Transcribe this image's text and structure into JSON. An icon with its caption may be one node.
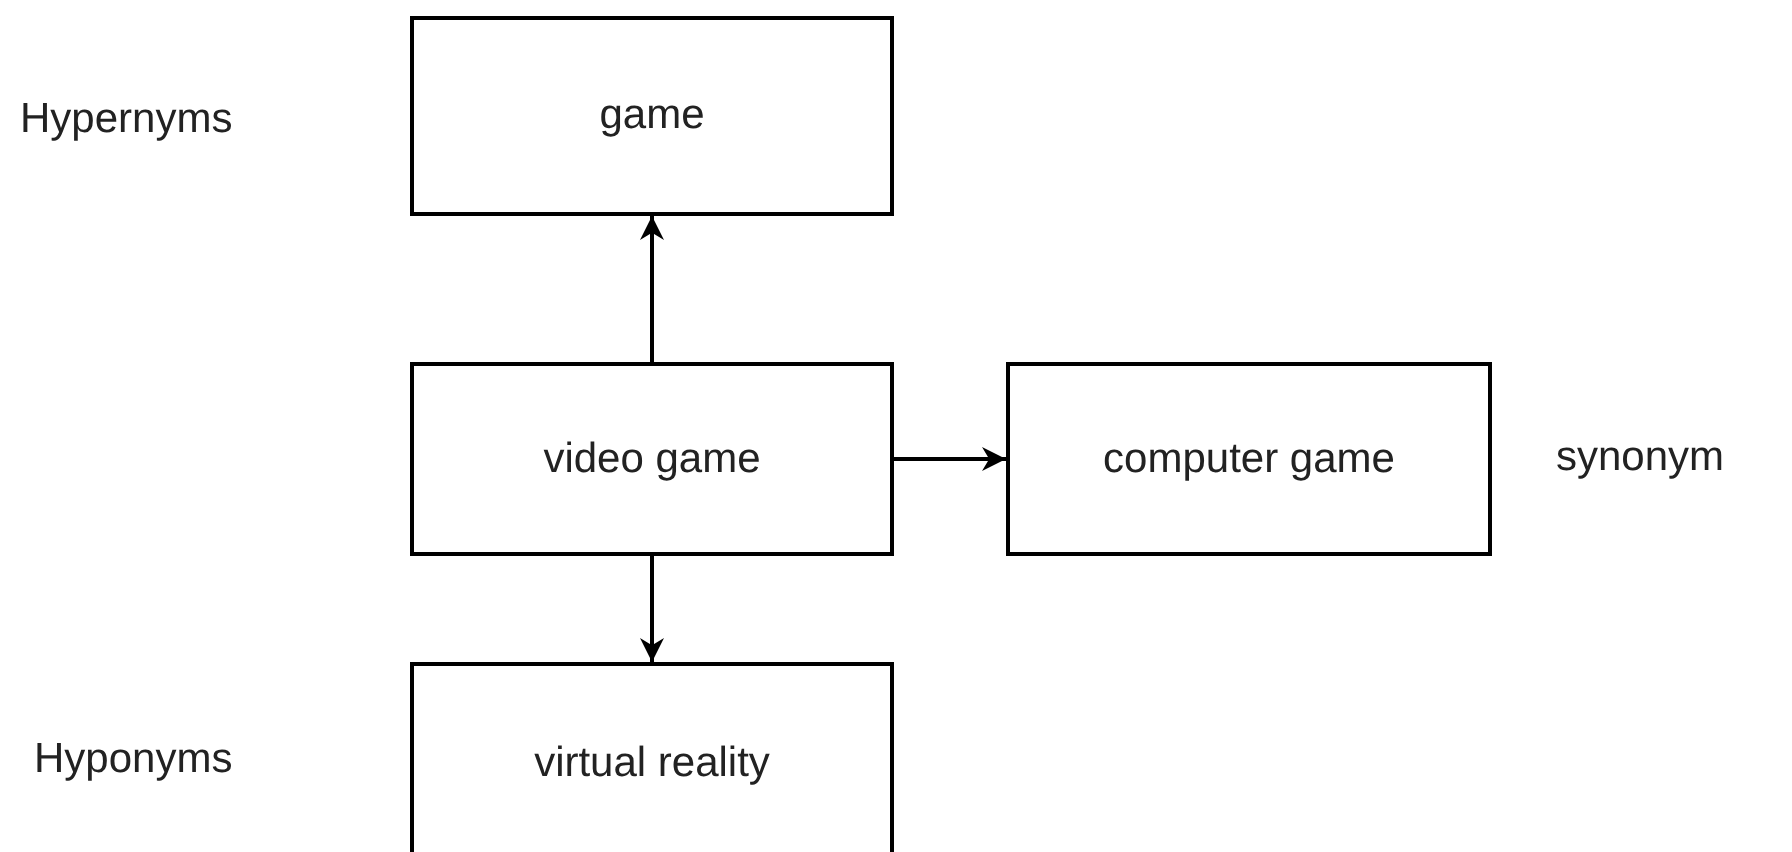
{
  "diagram": {
    "nodes": [
      {
        "text": [
          "game"
        ]
      },
      {
        "text": [
          "video game"
        ]
      },
      {
        "text": [
          "computer game"
        ]
      },
      {
        "text": [
          "virtual reality"
        ]
      }
    ],
    "edges": [
      {
        "from": 1,
        "to": 0,
        "arrow": "to"
      },
      {
        "from": 1,
        "to": 2,
        "arrow": "to"
      },
      {
        "from": 1,
        "to": 3,
        "arrow": "to"
      }
    ],
    "labels": [
      "Hypernyms",
      "synonym",
      "Hyponyms"
    ]
  }
}
